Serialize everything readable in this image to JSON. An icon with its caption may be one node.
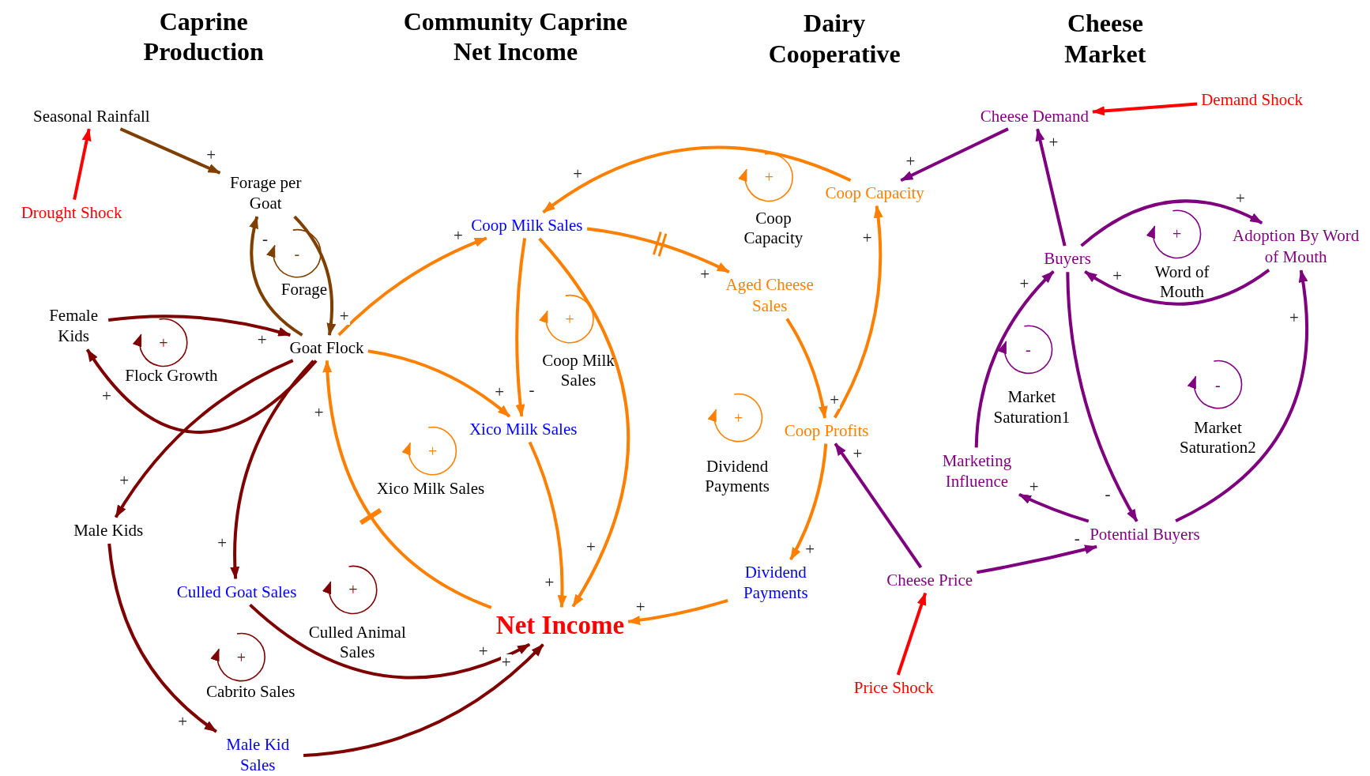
{
  "diagram": {
    "nodes": [
      {
        "text": [
          "Seasonal Rainfall"
        ]
      },
      {
        "text": [
          "Drought Shock"
        ]
      },
      {
        "text": [
          "Forage per Goat"
        ]
      },
      {
        "text": [
          "Female Kids"
        ]
      },
      {
        "text": [
          "Goat Flock"
        ]
      },
      {
        "text": [
          "Male Kids"
        ]
      },
      {
        "text": [
          "Culled Goat Sales"
        ]
      },
      {
        "text": [
          "Male Kid Sales"
        ]
      },
      {
        "text": [
          "Coop Milk Sales"
        ]
      },
      {
        "text": [
          "Xico Milk Sales"
        ]
      },
      {
        "text": [
          "Net Income"
        ]
      },
      {
        "text": [
          "Aged Cheese Sales"
        ]
      },
      {
        "text": [
          "Coop Capacity"
        ]
      },
      {
        "text": [
          "Coop Profits"
        ]
      },
      {
        "text": [
          "Dividend Payments"
        ]
      },
      {
        "text": [
          "Cheese Demand"
        ]
      },
      {
        "text": [
          "Demand Shock"
        ]
      },
      {
        "text": [
          "Buyers"
        ]
      },
      {
        "text": [
          "Adoption By Word of Mouth"
        ]
      },
      {
        "text": [
          "Marketing Influence"
        ]
      },
      {
        "text": [
          "Potential Buyers"
        ]
      },
      {
        "text": [
          "Cheese Price"
        ]
      },
      {
        "text": [
          "Price Shock"
        ]
      }
    ],
    "edges": [
      {
        "from": 1,
        "to": 0,
        "arrow": "to",
        "color": "#ff0000"
      },
      {
        "from": 0,
        "to": 2,
        "arrow": "to",
        "label": "+",
        "color": "#7f3f00"
      },
      {
        "from": 2,
        "to": 4,
        "arrow": "to",
        "label": "+",
        "color": "#7f3f00"
      },
      {
        "from": 4,
        "to": 2,
        "arrow": "to",
        "label": "-",
        "color": "#7f3f00"
      },
      {
        "from": 3,
        "to": 4,
        "arrow": "to",
        "label": "+",
        "color": "#7f0000"
      },
      {
        "from": 4,
        "to": 3,
        "arrow": "to",
        "label": "+",
        "color": "#7f0000"
      },
      {
        "from": 4,
        "to": 5,
        "arrow": "to",
        "label": "+",
        "color": "#7f0000"
      },
      {
        "from": 4,
        "to": 6,
        "arrow": "to",
        "label": "+",
        "color": "#7f0000"
      },
      {
        "from": 5,
        "to": 7,
        "arrow": "to",
        "label": "+",
        "color": "#7f0000"
      },
      {
        "from": 6,
        "to": 10,
        "arrow": "to",
        "label": "+",
        "color": "#7f0000"
      },
      {
        "from": 7,
        "to": 10,
        "arrow": "to",
        "label": "+",
        "color": "#7f0000"
      },
      {
        "from": 4,
        "to": 8,
        "arrow": "to",
        "label": "+"
      },
      {
        "from": 4,
        "to": 9,
        "arrow": "to",
        "label": "+"
      },
      {
        "from": 8,
        "to": 9,
        "arrow": "to",
        "label": "-"
      },
      {
        "from": 8,
        "to": 10,
        "arrow": "to",
        "label": "+"
      },
      {
        "from": 9,
        "to": 10,
        "arrow": "to",
        "label": "+"
      },
      {
        "from": 10,
        "to": 4,
        "arrow": "to",
        "label": "+"
      },
      {
        "from": 8,
        "to": 11,
        "arrow": "to",
        "label": "+"
      },
      {
        "from": 11,
        "to": 13,
        "arrow": "to",
        "label": "+"
      },
      {
        "from": 13,
        "to": 12,
        "arrow": "to",
        "label": "+"
      },
      {
        "from": 12,
        "to": 8,
        "arrow": "to",
        "label": "+"
      },
      {
        "from": 13,
        "to": 14,
        "arrow": "to",
        "label": "+"
      },
      {
        "from": 14,
        "to": 10,
        "arrow": "to",
        "label": "+"
      },
      {
        "from": 15,
        "to": 12,
        "arrow": "to",
        "label": "+",
        "color": "#7f007f"
      },
      {
        "from": 16,
        "to": 15,
        "arrow": "to",
        "color": "#ff0000"
      },
      {
        "from": 17,
        "to": 15,
        "arrow": "to",
        "label": "+",
        "color": "#7f007f"
      },
      {
        "from": 17,
        "to": 18,
        "arrow": "to",
        "label": "+",
        "color": "#7f007f"
      },
      {
        "from": 18,
        "to": 17,
        "arrow": "to",
        "label": "+",
        "color": "#7f007f"
      },
      {
        "from": 17,
        "to": 20,
        "arrow": "to",
        "label": "-",
        "color": "#7f007f"
      },
      {
        "from": 20,
        "to": 18,
        "arrow": "to",
        "label": "+",
        "color": "#7f007f"
      },
      {
        "from": 20,
        "to": 19,
        "arrow": "to",
        "label": "+",
        "color": "#7f007f"
      },
      {
        "from": 19,
        "to": 17,
        "arrow": "to",
        "label": "+",
        "color": "#7f007f"
      },
      {
        "from": 21,
        "to": 20,
        "arrow": "to",
        "label": "-",
        "color": "#7f007f"
      },
      {
        "from": 21,
        "to": 13,
        "arrow": "to",
        "label": "+",
        "color": "#7f007f"
      },
      {
        "from": 22,
        "to": 21,
        "arrow": "to",
        "color": "#ff0000"
      }
    ],
    "labels": [
      "Caprine Production",
      "Community Caprine Net Income",
      "Dairy Cooperative",
      "Cheese Market",
      "-",
      "Forage",
      "+",
      "Flock Growth",
      "+",
      "Coop Milk Sales",
      "+",
      "Xico Milk Sales",
      "+",
      "Culled Animal Sales",
      "+",
      "Cabrito Sales",
      "+",
      "Coop Capacity",
      "+",
      "Dividend Payments",
      "+",
      "Word of Mouth",
      "-",
      "Market Saturation1",
      "-",
      "Market Saturation2"
    ]
  }
}
